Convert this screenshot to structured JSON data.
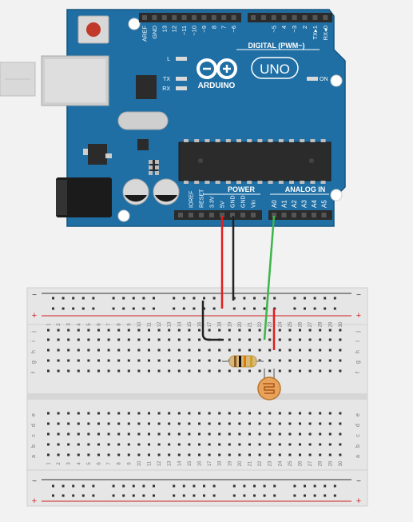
{
  "arduino": {
    "brand": "ARDUINO",
    "model": "UNO",
    "on_label": "ON",
    "l_label": "L",
    "tx_label": "TX",
    "rx_label": "RX",
    "digital_label": "DIGITAL (PWM~)",
    "power_label": "POWER",
    "analog_label": "ANALOG IN",
    "digital_pins": [
      "AREF",
      "GND",
      "13",
      "12",
      "~11",
      "~10",
      "~9",
      "8",
      "7",
      "~6",
      "~5",
      "4",
      "~3",
      "2",
      "TX▸1",
      "RX◂0"
    ],
    "power_pins": [
      "IOREF",
      "RESET",
      "3.3V",
      "5V",
      "GND",
      "GND",
      "Vin"
    ],
    "analog_pins": [
      "A0",
      "A1",
      "A2",
      "A3",
      "A4",
      "A5"
    ]
  },
  "breadboard": {
    "row_letters_top": [
      "f",
      "g",
      "h",
      "i",
      "j"
    ],
    "row_letters_bottom": [
      "a",
      "b",
      "c",
      "d",
      "e"
    ],
    "column_count": 30,
    "rail_minus": "−",
    "rail_plus": "+"
  },
  "colors": {
    "board": "#1f6fa5",
    "wire_red": "#e01f1f",
    "wire_black": "#222222",
    "wire_green": "#3bb54a",
    "rail_red": "#cc2222"
  }
}
